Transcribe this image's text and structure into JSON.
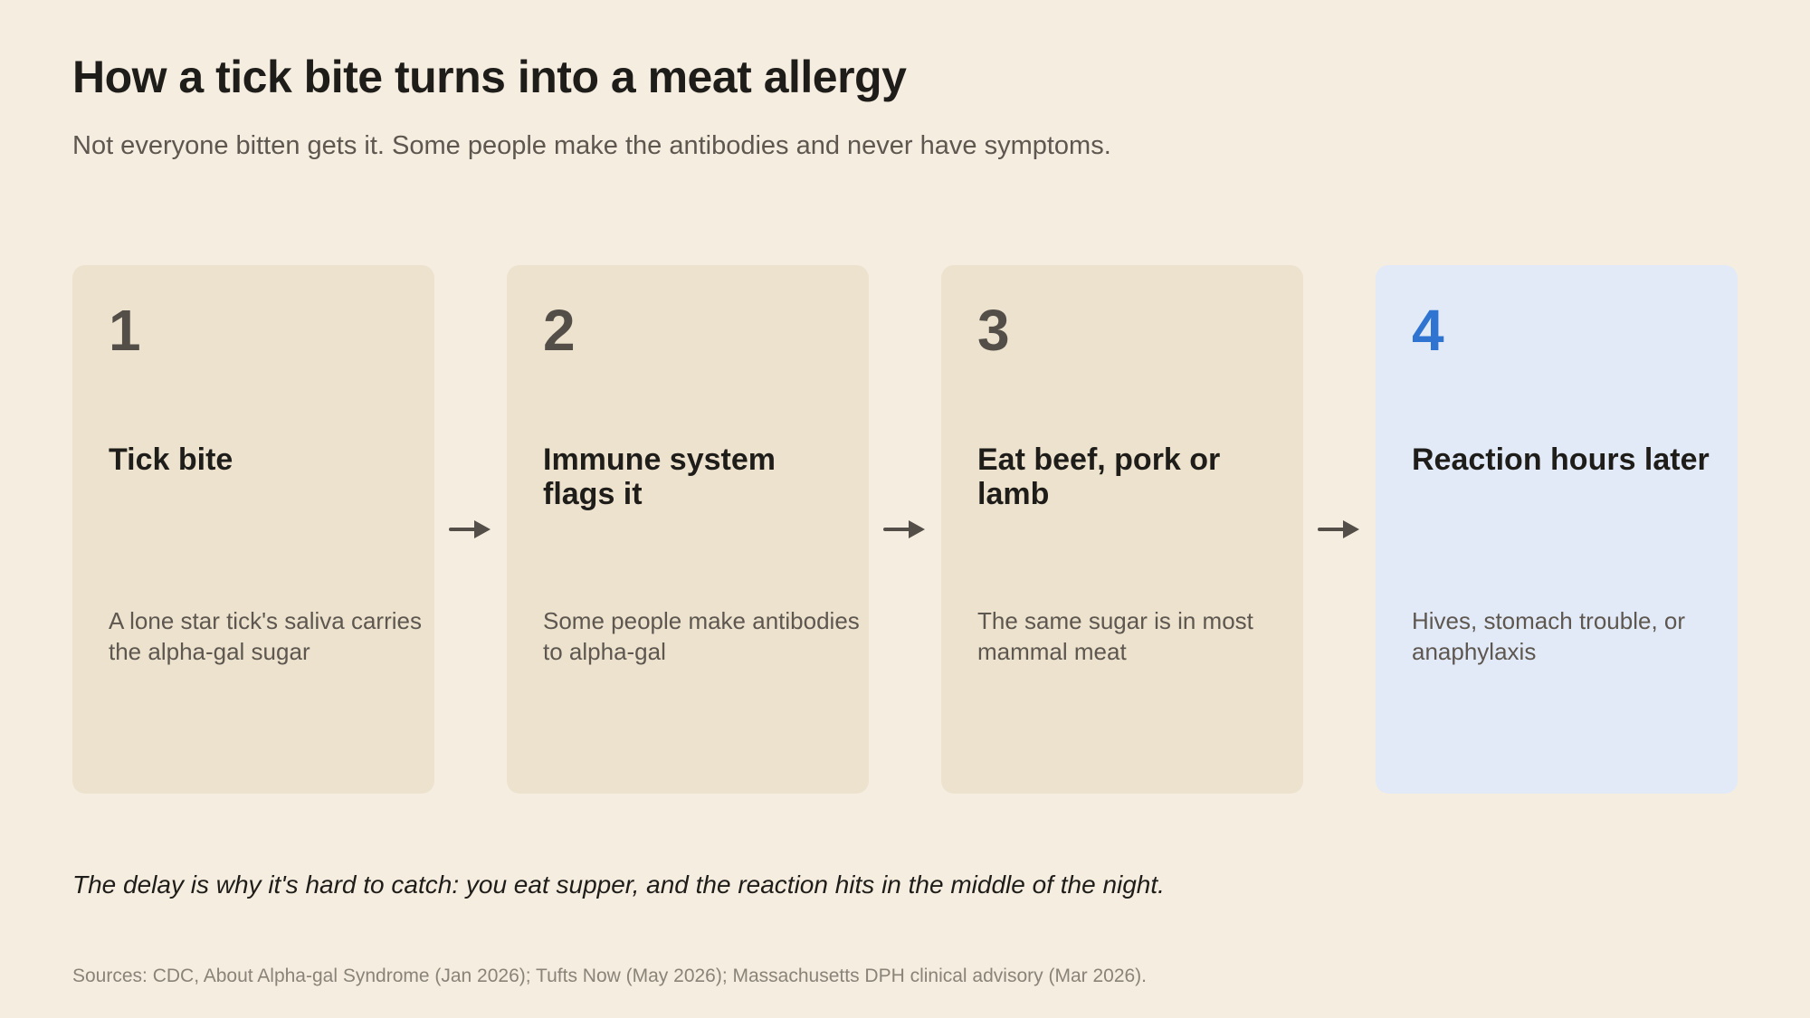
{
  "title": "How a tick bite turns into a meat allergy",
  "subtitle": "Not everyone bitten gets it. Some people make the antibodies and never have symptoms.",
  "steps": [
    {
      "number": "1",
      "title": "Tick bite",
      "description": "A lone star tick's saliva carries the alpha-gal sugar"
    },
    {
      "number": "2",
      "title": "Immune system flags it",
      "description": "Some people make antibodies to alpha-gal"
    },
    {
      "number": "3",
      "title": "Eat beef, pork or lamb",
      "description": "The same sugar is in most mammal meat"
    },
    {
      "number": "4",
      "title": "Reaction hours later",
      "description": "Hives, stomach trouble, or anaphylaxis"
    }
  ],
  "note": "The delay is why it's hard to catch: you eat supper, and the reaction hits in the middle of the night.",
  "sources": "Sources: CDC, About Alpha-gal Syndrome (Jan 2026); Tufts Now (May 2026); Massachusetts DPH clinical advisory (Mar 2026).",
  "colors": {
    "background": "#f5eddf",
    "card": "#ede2cd",
    "highlight_card": "#e3eaf7",
    "highlight_number": "#2f74d0",
    "arrow": "#534e48"
  },
  "icons": {
    "connector": "arrow-right-icon"
  }
}
